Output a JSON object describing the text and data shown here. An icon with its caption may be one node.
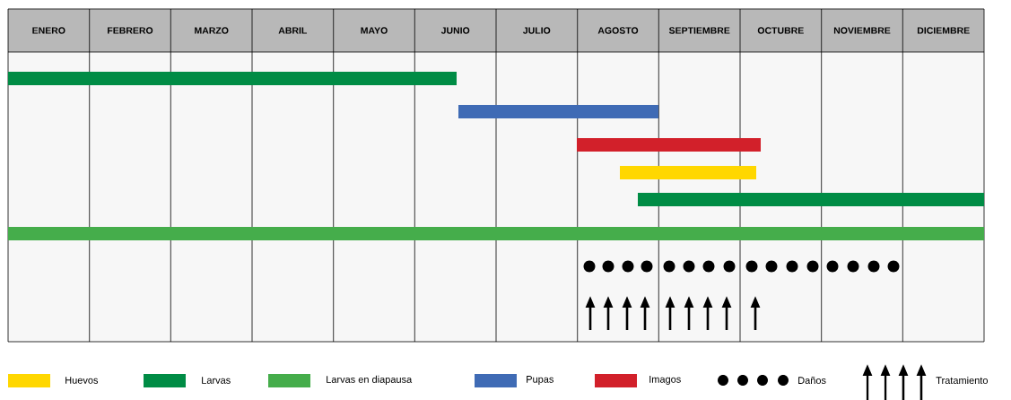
{
  "diagram": {
    "nodes": [
      {
        "text": [],
        "shape": "bar"
      },
      {
        "text": [],
        "shape": "bar"
      },
      {
        "text": [],
        "shape": "bar"
      },
      {
        "text": [],
        "shape": "bar"
      },
      {
        "text": [],
        "shape": "bar"
      },
      {
        "text": [],
        "shape": "bar"
      }
    ],
    "labels": [
      "ENERO",
      "FEBRERO",
      "MARZO",
      "ABRIL",
      "MAYO",
      "JUNIO",
      "JULIO",
      "AGOSTO",
      "SEPTIEMBRE",
      "OCTUBRE",
      "NOVIEMBRE",
      "DICIEMBRE"
    ],
    "legend": [
      {
        "text": "Huevos",
        "color": "#ffd700"
      },
      {
        "text": "Larvas",
        "color": "#008c45"
      },
      {
        "text": "Larvas en diapausa",
        "color": "#45ad4b"
      },
      {
        "text": "Pupas",
        "color": "#3f6bb5"
      },
      {
        "text": "Imagos",
        "color": "#d2202a"
      },
      {
        "text": "Daños"
      },
      {
        "text": "Tratamiento"
      }
    ]
  }
}
